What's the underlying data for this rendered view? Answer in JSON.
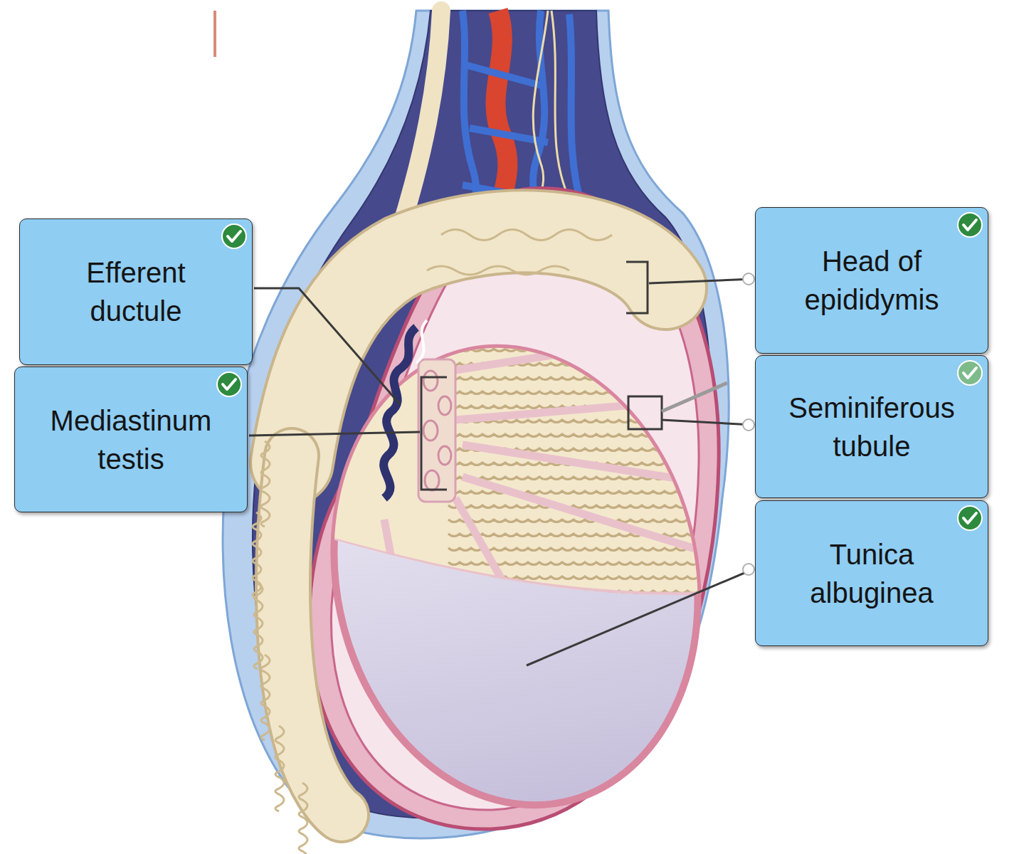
{
  "diagram": {
    "nodes": [
      {
        "text": [
          "Efferent ductule"
        ]
      },
      {
        "text": [
          "Mediastinum testis"
        ]
      },
      {
        "text": [
          "Head of epididymis"
        ]
      },
      {
        "text": [
          "Seminiferous tubule"
        ]
      },
      {
        "text": [
          "Tunica albuginea"
        ]
      }
    ]
  }
}
